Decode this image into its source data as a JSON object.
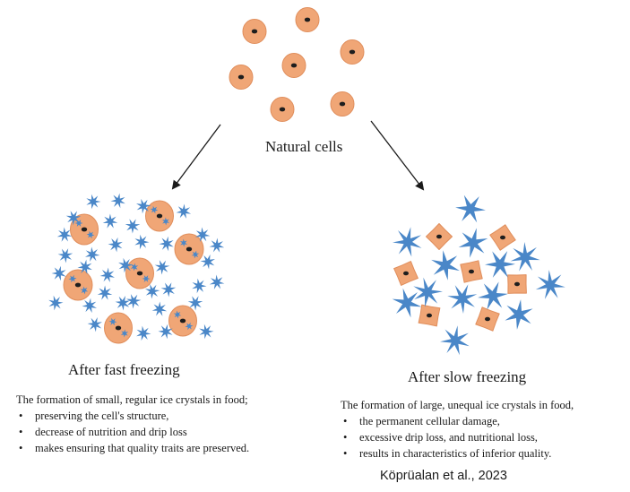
{
  "natural": {
    "label": "Natural cells"
  },
  "fast": {
    "label": "After fast freezing",
    "heading": "The formation of small, regular ice crystals in food;",
    "bullets": [
      "preserving the cell's structure,",
      "decrease of nutrition and drip loss",
      "makes ensuring that quality traits are preserved."
    ]
  },
  "slow": {
    "label": "After slow freezing",
    "heading": "The formation of large, unequal ice crystals in food,",
    "bullets": [
      "the permanent cellular damage,",
      "excessive drip loss, and nutritional loss,",
      "results in characteristics of inferior quality."
    ]
  },
  "citation": "Köprüalan et al., 2023",
  "colors": {
    "cell": "#F0A676",
    "cell_edge": "#E08E5C",
    "nucleus": "#1e1e1e",
    "crystal": "#4A87C8",
    "arrow": "#1a1a1a"
  }
}
